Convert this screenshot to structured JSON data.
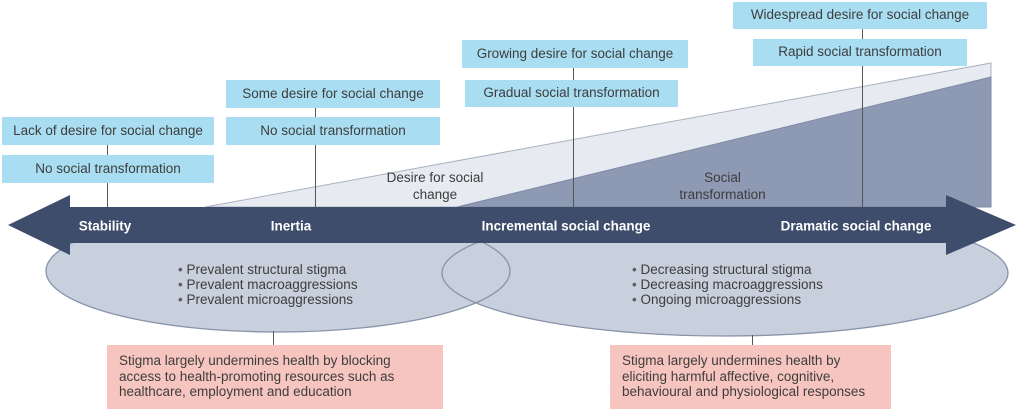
{
  "colors": {
    "box_blue": "#a9def2",
    "box_pink": "#f7c5bf",
    "arrow": "#3e4d6b",
    "wedge_light": "#e7eaf0",
    "wedge_light_stroke": "#a9b1c1",
    "wedge_dark": "#8e99b4",
    "wedge_dark_stroke": "#7e8aa6",
    "ellipse_fill": "#c8cfdd",
    "ellipse_stroke": "#8894aa",
    "connector": "#55565a",
    "text_dark": "#3d3d3d"
  },
  "top_labels": {
    "group1": {
      "desire": "Lack of desire for social change",
      "transformation": "No social transformation"
    },
    "group2": {
      "desire": "Some desire for social change",
      "transformation": "No social transformation"
    },
    "group3": {
      "desire": "Growing desire for social change",
      "transformation": "Gradual social transformation"
    },
    "group4": {
      "desire": "Widespread desire for social change",
      "transformation": "Rapid social transformation"
    }
  },
  "axis": {
    "stages": [
      "Stability",
      "Inertia",
      "Incremental social change",
      "Dramatic social change"
    ]
  },
  "wedges": {
    "desire_label": "Desire for social change",
    "transformation_label": "Social transformation"
  },
  "ellipses": {
    "left_items": [
      "Prevalent structural stigma",
      "Prevalent macroaggressions",
      "Prevalent microaggressions"
    ],
    "right_items": [
      "Decreasing structural stigma",
      "Decreasing macroaggressions",
      "Ongoing microaggressions"
    ]
  },
  "outcomes": {
    "left": "Stigma largely undermines health by blocking access to health-promoting resources such as healthcare, employment and education",
    "right": "Stigma largely undermines health by eliciting harmful affective, cognitive, behavioural and physiological responses"
  }
}
